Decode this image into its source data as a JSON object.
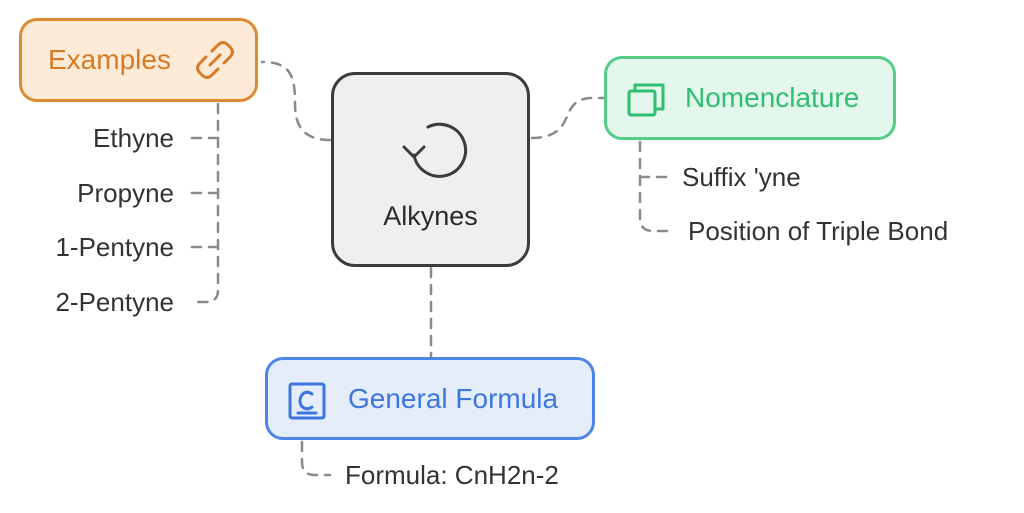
{
  "center": {
    "label": "Alkynes",
    "icon": "refresh-cycle-icon"
  },
  "branches": {
    "examples": {
      "label": "Examples",
      "icon": "link-chain-icon",
      "color": "#de8a33",
      "fill": "#fdebd8",
      "items": [
        "Ethyne",
        "Propyne",
        "1-Pentyne",
        "2-Pentyne"
      ]
    },
    "nomenclature": {
      "label": "Nomenclature",
      "icon": "stacked-pages-icon",
      "color": "#55cc88",
      "fill": "#e3f7ec",
      "items": [
        "Suffix 'yne",
        "Position of Triple Bond"
      ]
    },
    "general_formula": {
      "label": "General Formula",
      "icon": "copyright-c-icon",
      "color": "#4f86e6",
      "fill": "#e5edfb",
      "items": [
        "Formula: CnH2n-2"
      ]
    }
  },
  "connector_color": "#8a8a8a"
}
